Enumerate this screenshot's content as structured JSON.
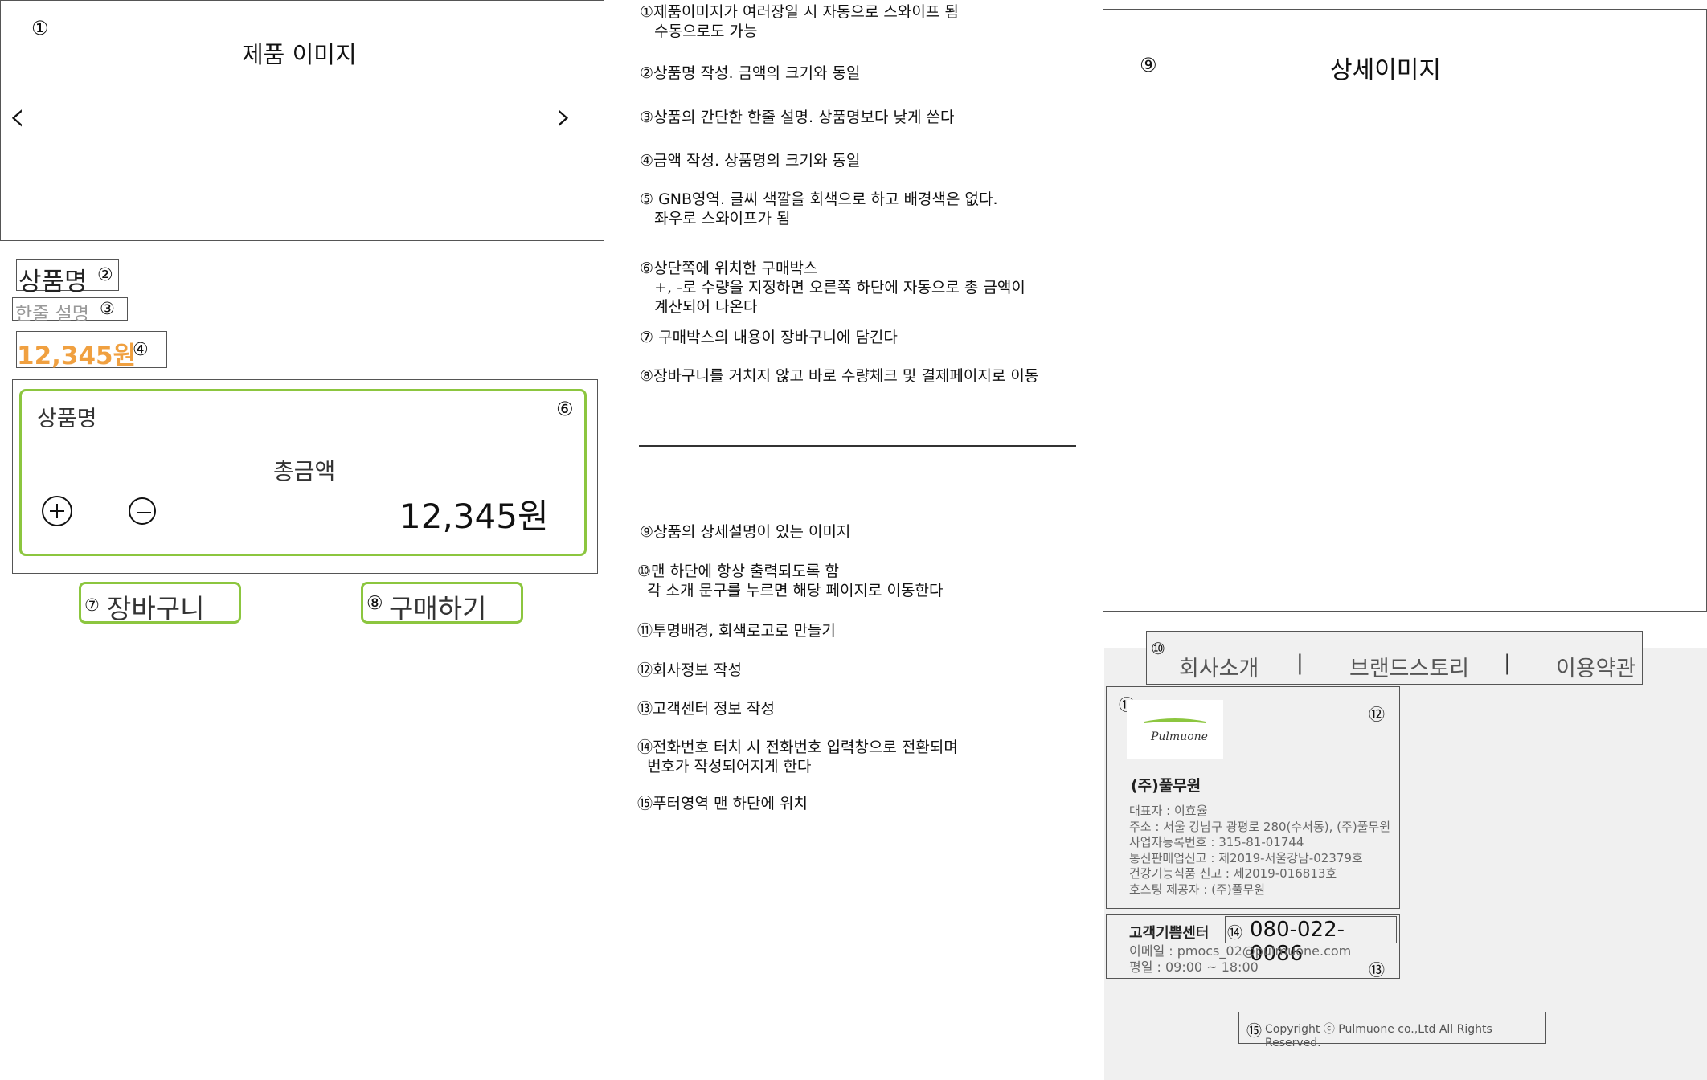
{
  "carousel": {
    "marker": "①",
    "title": "제품 이미지",
    "prev_icon": "‹",
    "next_icon": "›"
  },
  "product": {
    "name": "상품명",
    "name_marker": "②",
    "desc": "한줄 설명",
    "desc_marker": "③",
    "price": "12,345원",
    "price_marker": "④"
  },
  "purchase_box": {
    "name": "상품명",
    "marker": "⑥",
    "total_label": "총금액",
    "total_value": "12,345원"
  },
  "buttons": {
    "cart_marker": "⑦",
    "cart_label": "장바구니",
    "buy_marker": "⑧",
    "buy_label": "구매하기"
  },
  "notes": [
    {
      "num": "①",
      "text": "제품이미지가 여러장일 시 자동으로 스와이프 됨\n   수동으로도 가능"
    },
    {
      "num": "②",
      "text": "상품명 작성. 금액의 크기와 동일"
    },
    {
      "num": "③",
      "text": "상품의 간단한 한줄 설명. 상품명보다 낮게 쓴다"
    },
    {
      "num": "④",
      "text": "금액 작성. 상품명의 크기와 동일"
    },
    {
      "num": "⑤",
      "text": " GNB영역. 글씨 색깔을 회색으로 하고 배경색은 없다.\n   좌우로 스와이프가 됨"
    },
    {
      "num": "⑥",
      "text": "상단쪽에 위치한 구매박스\n   +, -로 수량을 지정하면 오른쪽 하단에 자동으로 총 금액이\n   계산되어 나온다"
    },
    {
      "num": "⑦",
      "text": " 구매박스의 내용이 장바구니에 담긴다"
    },
    {
      "num": "⑧",
      "text": "장바구니를 거치지 않고 바로 수량체크 및 결제페이지로 이동"
    },
    {
      "num": "⑨",
      "text": "상품의 상세설명이 있는 이미지"
    },
    {
      "num": "⑩",
      "text": "맨 하단에 항상 출력되도록 함\n  각 소개 문구를 누르면 해당 페이지로 이동한다"
    },
    {
      "num": "⑪",
      "text": "투명배경, 회색로고로 만들기"
    },
    {
      "num": "⑫",
      "text": "회사정보 작성"
    },
    {
      "num": "⑬",
      "text": "고객센터 정보 작성"
    },
    {
      "num": "⑭",
      "text": "전화번호 터치 시 전화번호 입력창으로 전환되며\n  번호가 작성되어지게 한다"
    },
    {
      "num": "⑮",
      "text": "푸터영역 맨 하단에 위치"
    }
  ],
  "detail": {
    "marker": "⑨",
    "title": "상세이미지"
  },
  "footer": {
    "nav_marker": "⑩",
    "nav": [
      "회사소개",
      "브랜드스토리",
      "이용약관"
    ],
    "separator": "|",
    "logo_marker": "⑪",
    "logo_text": "Pulmuone",
    "info_marker": "⑫",
    "company": "(주)풀무원",
    "info_lines": "대표자 : 이효율\n주소 : 서울 강남구 광평로 280(수서동), (주)풀무원\n사업자등록번호 : 315-81-01744\n통신판매업신고 : 제2019-서울강남-02379호\n건강기능식품 신고 : 제2019-016813호\n호스팅 제공자 : (주)풀무원",
    "cs_label": "고객기쁨센터",
    "phone_marker": "⑭",
    "phone": "080-022-0086",
    "email": "이메일 : pmocs_02@pulmuone.com",
    "hours": "평일 : 09:00 ~ 18:00",
    "cs_marker": "⑬",
    "copyright_marker": "⑮",
    "copyright": "Copyright ⓒ Pulmuone co.,Ltd All Rights Reserved."
  },
  "colors": {
    "price": "#f0a040",
    "green_border": "#8cc63f",
    "gray_text": "#999999",
    "footer_bg": "#f0f0f0"
  }
}
